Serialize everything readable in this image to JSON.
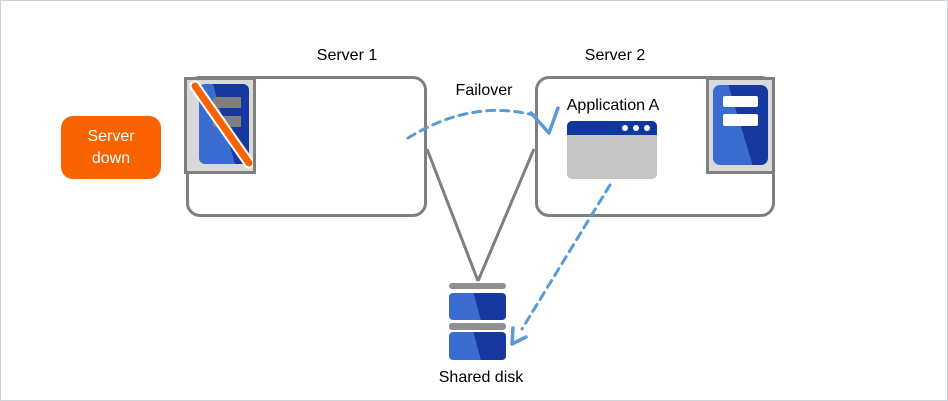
{
  "diagram": {
    "server1": {
      "label": "Server 1",
      "status_badge": "Server down",
      "icon": "server-crossed-icon"
    },
    "server2": {
      "label": "Server 2",
      "icon": "server-icon",
      "application": {
        "label": "Application A",
        "icon": "app-window-icon"
      }
    },
    "failover_arrow": {
      "label": "Failover",
      "style": "dashed-arc-arrow"
    },
    "shared_disk": {
      "label": "Shared disk",
      "icon": "disk-stack-icon"
    }
  },
  "colors": {
    "accent-orange": "#F86300",
    "arrow-blue": "#5B9BD5",
    "server-blue-light": "#3A6BD0",
    "server-blue-dark": "#16389F",
    "titlebar-navy": "#10379E",
    "line-gray": "#7F7F7F",
    "panel-gray": "#D9D9D9",
    "window-body-gray": "#C5C5C5",
    "disk-bar-gray": "#909090"
  }
}
